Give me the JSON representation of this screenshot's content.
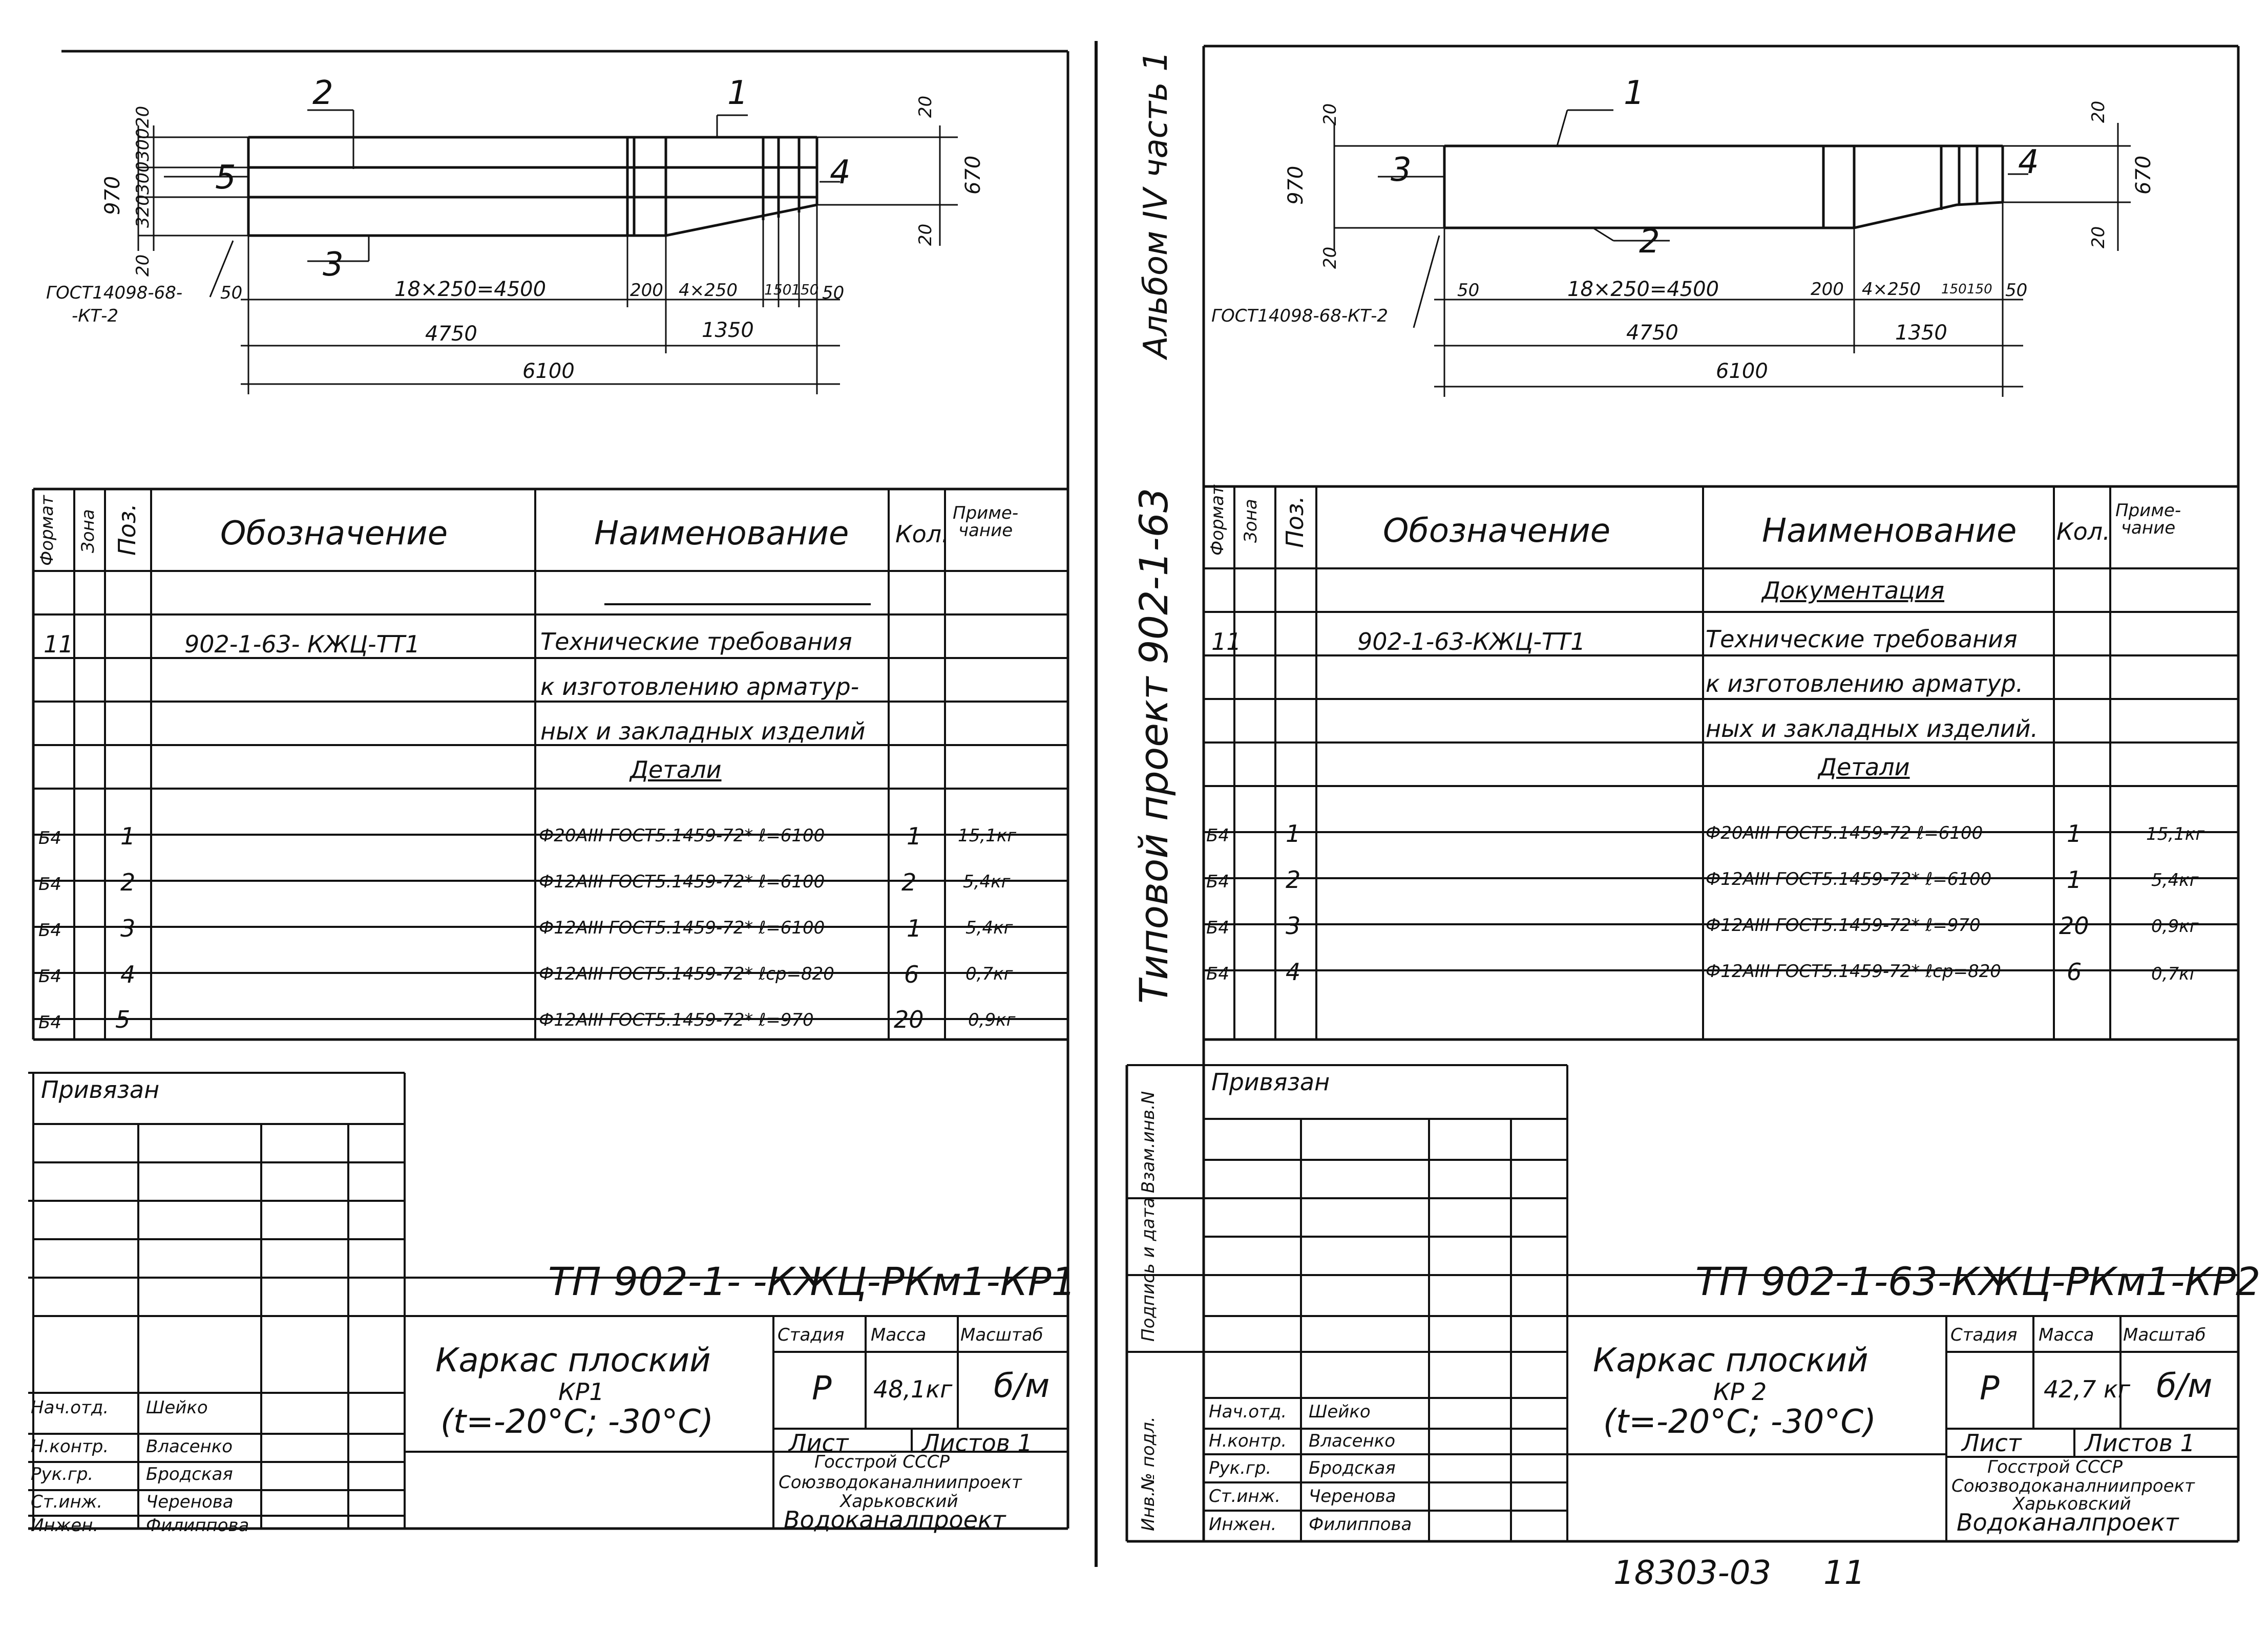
{
  "album_label": "Альбом IV часть 1",
  "project_label": "Типовой проект 902-1-63",
  "doc_number": "18303-03",
  "sheet_code": "11",
  "left": {
    "drawing": {
      "callouts": [
        "1",
        "2",
        "3",
        "4",
        "5"
      ],
      "dims_left": [
        "970",
        "20",
        "320",
        "300",
        "300",
        "20"
      ],
      "dims_right": [
        "20",
        "670",
        "20"
      ],
      "bottom_row": [
        "50",
        "18×250=4500",
        "200",
        "4×250",
        "150",
        "150",
        "50"
      ],
      "span_row": [
        "4750",
        "1350"
      ],
      "total": "6100",
      "gost_note": [
        "ГОСТ14098-68-",
        "-КТ-2"
      ]
    },
    "spec": {
      "header": {
        "format": "Формат",
        "zone": "Зона",
        "pos": "Поз.",
        "designation": "Обозначение",
        "name": "Наименование",
        "qty": "Кол.",
        "note": "Приме-\nчание"
      },
      "rows": [
        {
          "format": "",
          "zone": "",
          "pos": "",
          "designation": "",
          "name": "",
          "qty": "",
          "note": "",
          "name_underline": true
        },
        {
          "format": "11",
          "zone": "",
          "pos": "",
          "designation": "902-1-63- КЖЦ-ТТ1",
          "name": "Технические требования",
          "qty": "",
          "note": ""
        },
        {
          "format": "",
          "zone": "",
          "pos": "",
          "designation": "",
          "name": "к изготовлению арматур-",
          "qty": "",
          "note": ""
        },
        {
          "format": "",
          "zone": "",
          "pos": "",
          "designation": "",
          "name": "ных и закладных изделий",
          "qty": "",
          "note": ""
        },
        {
          "format": "",
          "zone": "",
          "pos": "",
          "designation": "",
          "name": "Детали",
          "qty": "",
          "note": "",
          "name_center": true
        },
        {
          "format": "Б4",
          "zone": "",
          "pos": "1",
          "designation": "",
          "name": "Ф20AIII ГОСТ5.1459-72* ℓ=6100",
          "qty": "1",
          "note": "15,1кг"
        },
        {
          "format": "Б4",
          "zone": "",
          "pos": "2",
          "designation": "",
          "name": "Ф12AIII ГОСТ5.1459-72* ℓ=6100",
          "qty": "2",
          "note": "5,4кг"
        },
        {
          "format": "Б4",
          "zone": "",
          "pos": "3",
          "designation": "",
          "name": "Ф12AIII ГОСТ5.1459-72* ℓ=6100",
          "qty": "1",
          "note": "5,4кг"
        },
        {
          "format": "Б4",
          "zone": "",
          "pos": "4",
          "designation": "",
          "name": "Ф12AIII ГОСТ5.1459-72* ℓср=820",
          "qty": "6",
          "note": "0,7кг"
        },
        {
          "format": "Б4",
          "zone": "",
          "pos": "5",
          "designation": "",
          "name": "Ф12AIII ГОСТ5.1459-72* ℓ=970",
          "qty": "20",
          "note": "0,9кг"
        }
      ]
    },
    "title_block": {
      "privyazan": "Привязан",
      "doc_code": "ТП 902-1-   -КЖЦ-РКм1-КР1",
      "title_line1": "Каркас плоский",
      "title_line2": "КР1",
      "title_line3": "(t=-20°С; -30°С)",
      "stage_label": "Стадия",
      "mass_label": "Масса",
      "scale_label": "Масштаб",
      "stage": "Р",
      "mass": "48,1кг",
      "scale": "б/м",
      "sheet_label": "Лист",
      "sheets_label": "Листов 1",
      "org1": "Госстрой  СССР",
      "org2": "Союзводоканалниипроект",
      "org3": "Харьковский",
      "org4": "Водоканалпроект",
      "staff": [
        {
          "role": "Нач.отд.",
          "name": "Шейко"
        },
        {
          "role": "Н.контр.",
          "name": "Власенко"
        },
        {
          "role": "Рук.гр.",
          "name": "Бродская"
        },
        {
          "role": "Ст.инж.",
          "name": "Черенова"
        },
        {
          "role": "Инжен.",
          "name": "Филиппова"
        }
      ]
    }
  },
  "right": {
    "drawing": {
      "callouts": [
        "1",
        "2",
        "3",
        "4"
      ],
      "dims_left": [
        "20",
        "970",
        "20"
      ],
      "dims_right": [
        "20",
        "670",
        "20"
      ],
      "bottom_row": [
        "50",
        "18×250=4500",
        "200",
        "4×250",
        "150",
        "150",
        "50"
      ],
      "span_row": [
        "4750",
        "1350"
      ],
      "total": "6100",
      "gost_note": [
        "ГОСТ14098-68-КТ-2"
      ]
    },
    "spec": {
      "header": {
        "format": "Формат",
        "zone": "Зона",
        "pos": "Поз.",
        "designation": "Обозначение",
        "name": "Наименование",
        "qty": "Кол.",
        "note": "Приме-\nчание"
      },
      "rows": [
        {
          "format": "",
          "zone": "",
          "pos": "",
          "designation": "",
          "name": "Документация",
          "qty": "",
          "note": "",
          "name_center": true
        },
        {
          "format": "11",
          "zone": "",
          "pos": "",
          "designation": "902-1-63-КЖЦ-ТТ1",
          "name": "Технические требования",
          "qty": "",
          "note": ""
        },
        {
          "format": "",
          "zone": "",
          "pos": "",
          "designation": "",
          "name": "к изготовлению арматур.",
          "qty": "",
          "note": ""
        },
        {
          "format": "",
          "zone": "",
          "pos": "",
          "designation": "",
          "name": "ных и закладных изделий.",
          "qty": "",
          "note": ""
        },
        {
          "format": "",
          "zone": "",
          "pos": "",
          "designation": "",
          "name": "Детали",
          "qty": "",
          "note": "",
          "name_center": true
        },
        {
          "format": "Б4",
          "zone": "",
          "pos": "1",
          "designation": "",
          "name": "Ф20AIII ГОСТ5.1459-72 ℓ=6100",
          "qty": "1",
          "note": "15,1кг"
        },
        {
          "format": "Б4",
          "zone": "",
          "pos": "2",
          "designation": "",
          "name": "Ф12AIII ГОСТ5.1459-72* ℓ=6100",
          "qty": "1",
          "note": "5,4кг"
        },
        {
          "format": "Б4",
          "zone": "",
          "pos": "3",
          "designation": "",
          "name": "Ф12AIII ГОСТ5.1459-72* ℓ=970",
          "qty": "20",
          "note": "0,9кг"
        },
        {
          "format": "Б4",
          "zone": "",
          "pos": "4",
          "designation": "",
          "name": "Ф12AIII ГОСТ5.1459-72* ℓср=820",
          "qty": "6",
          "note": "0,7кг"
        }
      ]
    },
    "side_stamp": [
      "Инв.№ подл.",
      "Подпись и дата",
      "Взам.инв.N"
    ],
    "title_block": {
      "privyazan": "Привязан",
      "doc_code": "ТП 902-1-63-КЖЦ-РКм1-КР2",
      "title_line1": "Каркас плоский",
      "title_line2": "КР 2",
      "title_line3": "(t=-20°С; -30°С)",
      "stage_label": "Стадия",
      "mass_label": "Масса",
      "scale_label": "Масштаб",
      "stage": "Р",
      "mass": "42,7 кг",
      "scale": "б/м",
      "sheet_label": "Лист",
      "sheets_label": "Листов 1",
      "org1": "Госстрой  СССР",
      "org2": "Союзводоканалниипроект",
      "org3": "Харьковский",
      "org4": "Водоканалпроект",
      "staff": [
        {
          "role": "Нач.отд.",
          "name": "Шейко"
        },
        {
          "role": "Н.контр.",
          "name": "Власенко"
        },
        {
          "role": "Рук.гр.",
          "name": "Бродская"
        },
        {
          "role": "Ст.инж.",
          "name": "Черенова"
        },
        {
          "role": "Инжен.",
          "name": "Филиппова"
        }
      ]
    }
  }
}
